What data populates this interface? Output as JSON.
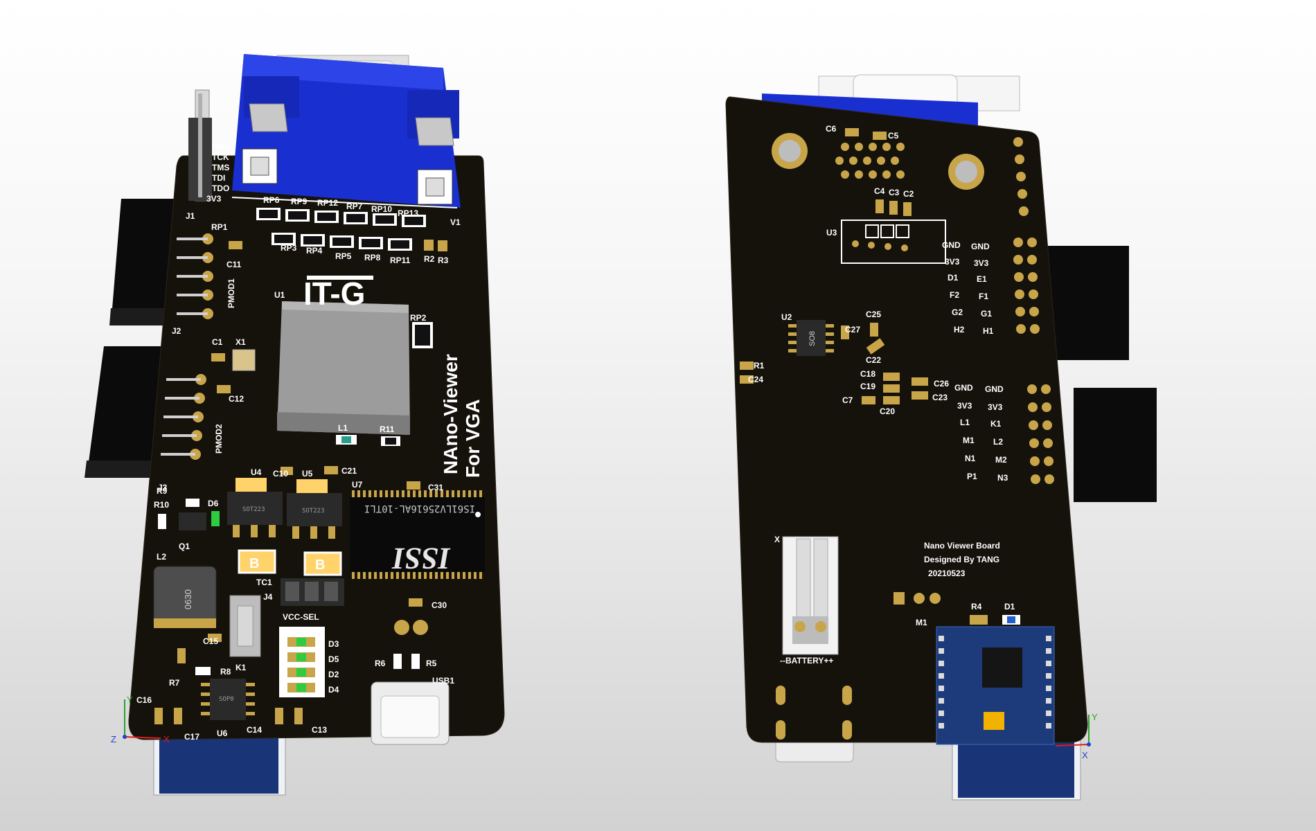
{
  "front": {
    "jtag_labels": [
      "GND",
      "TCK",
      "TMS",
      "TDI",
      "TDO",
      "3V3"
    ],
    "resistor_packs_top": [
      "RP6",
      "RP9",
      "RP12",
      "RP7",
      "RP10",
      "RP13"
    ],
    "resistor_packs_bottom": [
      "RP3",
      "RP4",
      "RP5",
      "RP8",
      "RP11"
    ],
    "refs": {
      "j1": "J1",
      "rp1": "RP1",
      "c11": "C11",
      "pmod1": "PMOD1",
      "j2": "J2",
      "u1": "U1",
      "rp2": "RP2",
      "c1": "C1",
      "x1": "X1",
      "c12": "C12",
      "pmod2": "PMOD2",
      "j3": "J3",
      "l1": "L1",
      "r11": "R11",
      "r2": "R2",
      "r3": "R3",
      "v1": "V1",
      "r9": "R9",
      "r10": "R10",
      "d6": "D6",
      "q1": "Q1",
      "l2": "L2",
      "u4": "U4",
      "c10": "C10",
      "u5": "U5",
      "c21": "C21",
      "u7": "U7",
      "c31": "C31",
      "tc1": "TC1",
      "j4": "J4",
      "k1": "K1",
      "c15": "C15",
      "r7": "R7",
      "r8": "R8",
      "c16": "C16",
      "c17": "C17",
      "u6": "U6",
      "c14": "C14",
      "c13": "C13",
      "d3": "D3",
      "d5": "D5",
      "d2": "D2",
      "d4": "D4",
      "c30": "C30",
      "r6": "R6",
      "r5": "R5",
      "usb1": "USB1"
    },
    "logo": "IT-G",
    "title_line1": "NAno-Viewer",
    "title_line2": "For VGA",
    "ram_part_number": "IS61LV25616AL-10TLI",
    "ram_brand": "ISSI",
    "inductor_marking": "0630",
    "vcc_select_label": "VCC-SEL",
    "regulator_package": "SOT223",
    "capacitor_marking": "B",
    "driver_package": "SOP8",
    "axes": [
      "Y",
      "Z",
      "X"
    ]
  },
  "back": {
    "top_refs": [
      "C6",
      "C5",
      "C4",
      "C3",
      "C2",
      "U3"
    ],
    "pmod_upper_rows": [
      [
        "GND",
        "GND"
      ],
      [
        "3V3",
        "3V3"
      ],
      [
        "D1",
        "E1"
      ],
      [
        "F2",
        "F1"
      ],
      [
        "G2",
        "G1"
      ],
      [
        "H2",
        "H1"
      ]
    ],
    "pmod_lower_rows": [
      [
        "GND",
        "GND"
      ],
      [
        "3V3",
        "3V3"
      ],
      [
        "L1",
        "K1"
      ],
      [
        "M1",
        "L2"
      ],
      [
        "N1",
        "M2"
      ],
      [
        "P1",
        "N3"
      ]
    ],
    "refs": {
      "u2": "U2",
      "r1": "R1",
      "c24": "C24",
      "c27": "C27",
      "c25": "C25",
      "c22": "C22",
      "c18": "C18",
      "c19": "C19",
      "c7": "C7",
      "c20": "C20",
      "c26": "C26",
      "c23": "C23",
      "m1": "M1",
      "r4": "R4",
      "d1": "D1",
      "x": "X"
    },
    "soic_marking": "SO8",
    "credit_line1": "Nano Viewer Board",
    "credit_line2": "Designed By TANG",
    "credit_line3": "20210523",
    "battery_label": "--BATTERY++",
    "axes": [
      "Y",
      "X"
    ]
  },
  "colors": {
    "pcb": "#15120c",
    "vga_blue": "#1a2fd0",
    "module_blue": "#1d3b7a",
    "sd_blue": "#1a3478",
    "gold": "#c9a54a",
    "led_green": "#2ecc40"
  }
}
